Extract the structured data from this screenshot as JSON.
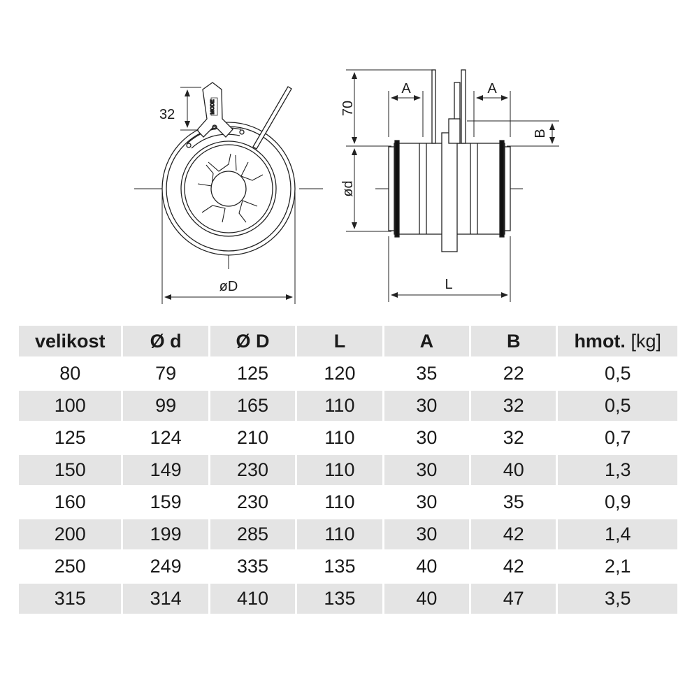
{
  "drawing": {
    "front_view": {
      "dim_handle": "32",
      "dim_outer_diameter": "øD"
    },
    "side_view": {
      "dim_height": "70",
      "dim_inner_diameter": "ød",
      "dim_length": "L",
      "dim_a_left": "A",
      "dim_a_right": "A",
      "dim_b": "B"
    }
  },
  "table": {
    "headers": [
      "velikost",
      "Ø d",
      "Ø D",
      "L",
      "A",
      "B",
      "hmot."
    ],
    "weight_unit": "[kg]",
    "rows": [
      [
        "80",
        "79",
        "125",
        "120",
        "35",
        "22",
        "0,5"
      ],
      [
        "100",
        "99",
        "165",
        "110",
        "30",
        "32",
        "0,5"
      ],
      [
        "125",
        "124",
        "210",
        "110",
        "30",
        "32",
        "0,7"
      ],
      [
        "150",
        "149",
        "230",
        "110",
        "30",
        "40",
        "1,3"
      ],
      [
        "160",
        "159",
        "230",
        "110",
        "30",
        "35",
        "0,9"
      ],
      [
        "200",
        "199",
        "285",
        "110",
        "30",
        "42",
        "1,4"
      ],
      [
        "250",
        "249",
        "335",
        "135",
        "40",
        "42",
        "2,1"
      ],
      [
        "315",
        "314",
        "410",
        "135",
        "40",
        "47",
        "3,5"
      ]
    ]
  }
}
